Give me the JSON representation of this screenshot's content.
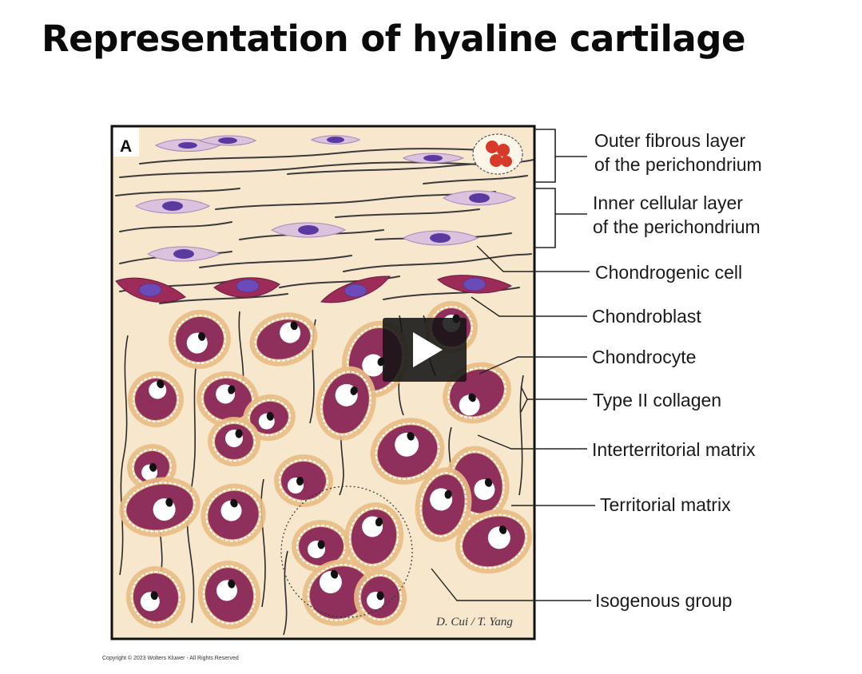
{
  "title": "Representation of hyaline cartilage",
  "panel_label": "A",
  "labels": {
    "outer_fibrous_1": "Outer fibrous layer",
    "outer_fibrous_2": "of the perichondrium",
    "inner_cellular_1": "Inner cellular layer",
    "inner_cellular_2": "of the perichondrium",
    "chondrogenic_cell": "Chondrogenic cell",
    "chondroblast": "Chondroblast",
    "chondrocyte": "Chondrocyte",
    "type_ii_collagen": "Type II collagen",
    "interterritorial_matrix": "Interterritorial matrix",
    "territorial_matrix": "Territorial matrix",
    "isogenous_group": "Isogenous group"
  },
  "signature": "D. Cui / T. Yang",
  "copyright": "Copyright © 2023 Wolters Kluwer - All Rights Reserved",
  "colors": {
    "matrix_background": "#f7e7cd",
    "territorial_matrix": "#e9bd84",
    "chondrocyte": "#8e2f5c",
    "chondroblast": "#9c2c57",
    "fibroblast": "#dcc2dc",
    "nucleus": "#5b3aa0",
    "collagen_fiber": "#3a3a3a",
    "blood_cell": "#d83a2a"
  },
  "icons": {
    "play": "play-icon"
  }
}
